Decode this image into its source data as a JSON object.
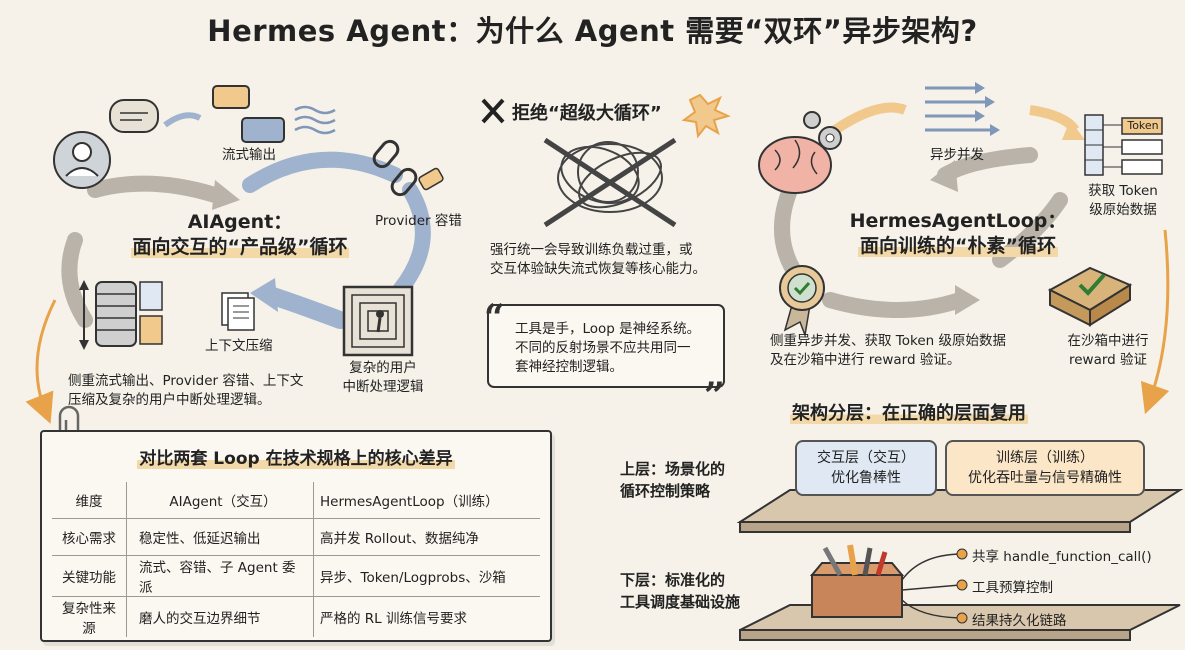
{
  "title": "Hermes Agent：为什么 Agent 需要“双环”异步架构?",
  "left_loop": {
    "title_line1": "AIAgent：",
    "title_line2": "面向交互的“产品级”循环",
    "labels": {
      "streaming": "流式输出",
      "provider": "Provider 容错",
      "context": "上下文压缩",
      "interrupt_line1": "复杂的用户",
      "interrupt_line2": "中断处理逻辑"
    },
    "description_line1": "侧重流式输出、Provider 容错、上下文",
    "description_line2": "压缩及复杂的用户中断处理逻辑。"
  },
  "center": {
    "reject_title": "拒绝“超级大循环”",
    "reject_desc_line1": "强行统一会导致训练负载过重，或",
    "reject_desc_line2": "交互体验缺失流式恢复等核心能力。",
    "quote_line1": "工具是手，Loop 是神经系统。",
    "quote_line2": "不同的反射场景不应共用同一",
    "quote_line3": "套神经控制逻辑。"
  },
  "right_loop": {
    "title_line1": "HermesAgentLoop：",
    "title_line2": "面向训练的“朴素”循环",
    "labels": {
      "async": "异步并发",
      "token_label": "Token",
      "token_line1": "获取 Token",
      "token_line2": "级原始数据",
      "sandbox_line1": "在沙箱中进行",
      "sandbox_line2": "reward 验证"
    },
    "description_line1": "侧重异步并发、获取 Token 级原始数据",
    "description_line2": "及在沙箱中进行 reward 验证。"
  },
  "comparison": {
    "title": "对比两套 Loop 在技术规格上的核心差异",
    "rows": [
      [
        "维度",
        "AIAgent（交互）",
        "HermesAgentLoop（训练）"
      ],
      [
        "核心需求",
        "稳定性、低延迟输出",
        "高并发 Rollout、数据纯净"
      ],
      [
        "关键功能",
        "流式、容错、子 Agent 委派",
        "异步、Token/Logprobs、沙箱"
      ],
      [
        "复杂性来源",
        "磨人的交互边界细节",
        "严格的 RL 训练信号要求"
      ]
    ]
  },
  "layers": {
    "title": "架构分层：在正确的层面复用",
    "upper_label_line1": "上层：场景化的",
    "upper_label_line2": "循环控制策略",
    "interaction_box_line1": "交互层（交互）",
    "interaction_box_line2": "优化鲁棒性",
    "training_box_line1": "训练层（训练）",
    "training_box_line2": "优化吞吐量与信号精确性",
    "lower_label_line1": "下层：标准化的",
    "lower_label_line2": "工具调度基础设施",
    "bullets": [
      "共享 handle_function_call()",
      "工具预算控制",
      "结果持久化链路"
    ]
  },
  "colors": {
    "background": "#f6f2e9",
    "arrow_blue": "#9fb3cf",
    "arrow_gray": "#b9b3aa",
    "arrow_orange": "#e8a24a",
    "highlight": "#f4d9a8",
    "interaction_box": "#dfe8f3",
    "training_box": "#fbe6c7",
    "shelf": "#d8c7ad"
  }
}
